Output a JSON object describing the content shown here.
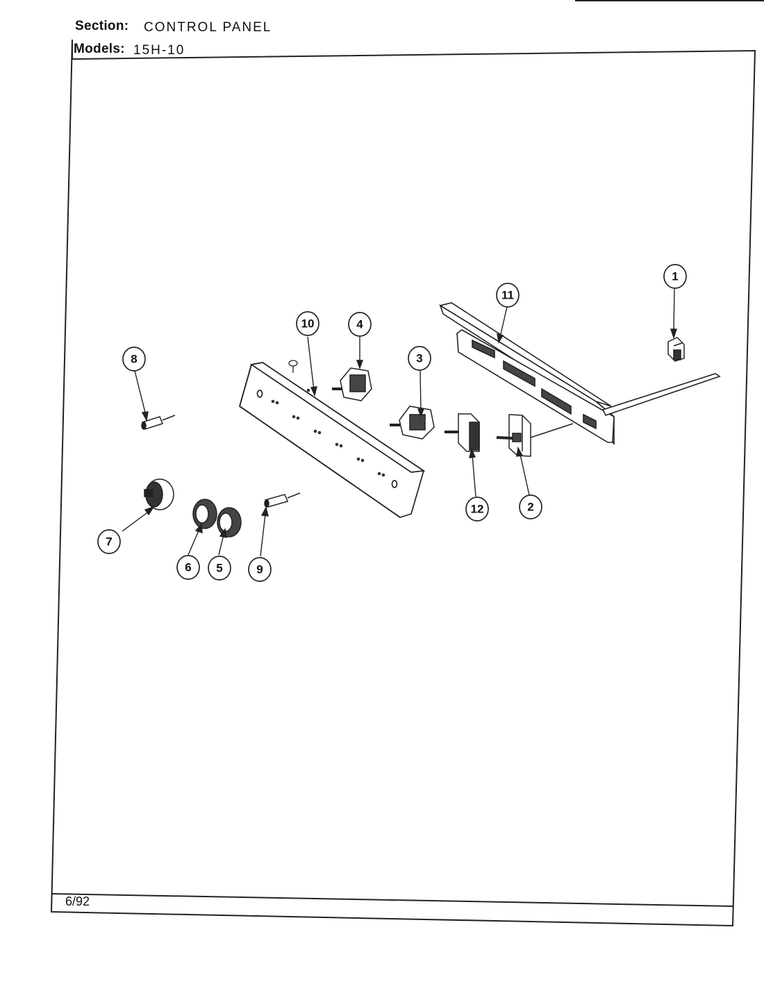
{
  "header": {
    "section_label": "Section:",
    "section_value": "CONTROL PANEL",
    "models_label": "Models:",
    "models_value": "15H-10"
  },
  "footer": {
    "date": "6/92"
  },
  "callouts": [
    "1",
    "2",
    "3",
    "4",
    "5",
    "6",
    "7",
    "8",
    "9",
    "10",
    "11",
    "12"
  ]
}
